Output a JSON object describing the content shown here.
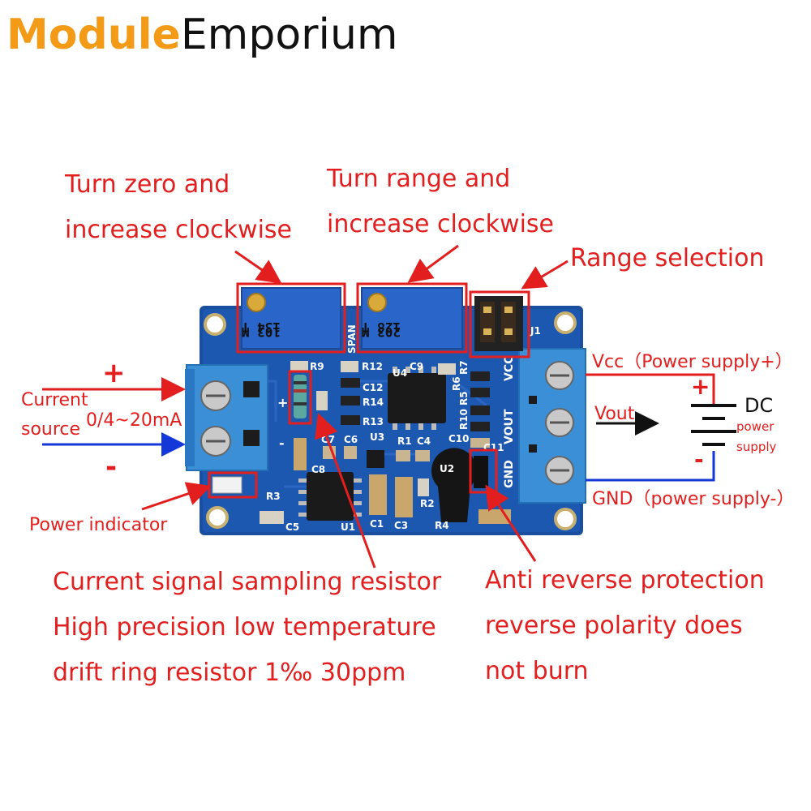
{
  "logo": {
    "brand": "Module",
    "rest": "Emporium"
  },
  "callouts": {
    "zero": [
      "Turn zero and",
      "increase clockwise"
    ],
    "range": [
      "Turn range and",
      "increase clockwise"
    ],
    "range_selection": "Range selection",
    "power_indicator": "Power indicator",
    "sampling": [
      "Current signal sampling resistor",
      "High precision low temperature",
      "drift ring resistor 1‰ 30ppm"
    ],
    "anti_reverse": [
      "Anti reverse protection",
      "reverse polarity does",
      "not burn"
    ]
  },
  "input": {
    "plus": "+",
    "minus": "-",
    "current": "Current",
    "source": "source",
    "range": "0/4~20mA"
  },
  "output": {
    "vcc": "Vcc（Power supply+）",
    "vout": "Vout",
    "gnd": "GND（power supply-）",
    "plus": "+",
    "minus": "-",
    "dc": "DC",
    "power": "power",
    "supply": "supply"
  },
  "pcb": {
    "silk": [
      "R9",
      "R12",
      "C9",
      "U4",
      "C12",
      "R14",
      "R13",
      "R6",
      "R7",
      "R5",
      "R10",
      "C10",
      "C7",
      "C6",
      "U3",
      "R1",
      "C4",
      "C8",
      "R3",
      "U1",
      "C5",
      "C1",
      "C3",
      "R4",
      "U2",
      "R2",
      "C11",
      "J1",
      "SPAN",
      "VCC",
      "VOUT",
      "GND"
    ],
    "pot1": [
      "134 T",
      "103 M"
    ],
    "pot2": [
      "128 T",
      "203 M"
    ],
    "terminal_left": [
      "+",
      "-"
    ]
  },
  "colors": {
    "accent": "#e31e1e",
    "brand": "#f39a17",
    "pcb": "#1a4fa0",
    "terminal": "#3a8fd6",
    "wire_blue": "#1437d8"
  }
}
